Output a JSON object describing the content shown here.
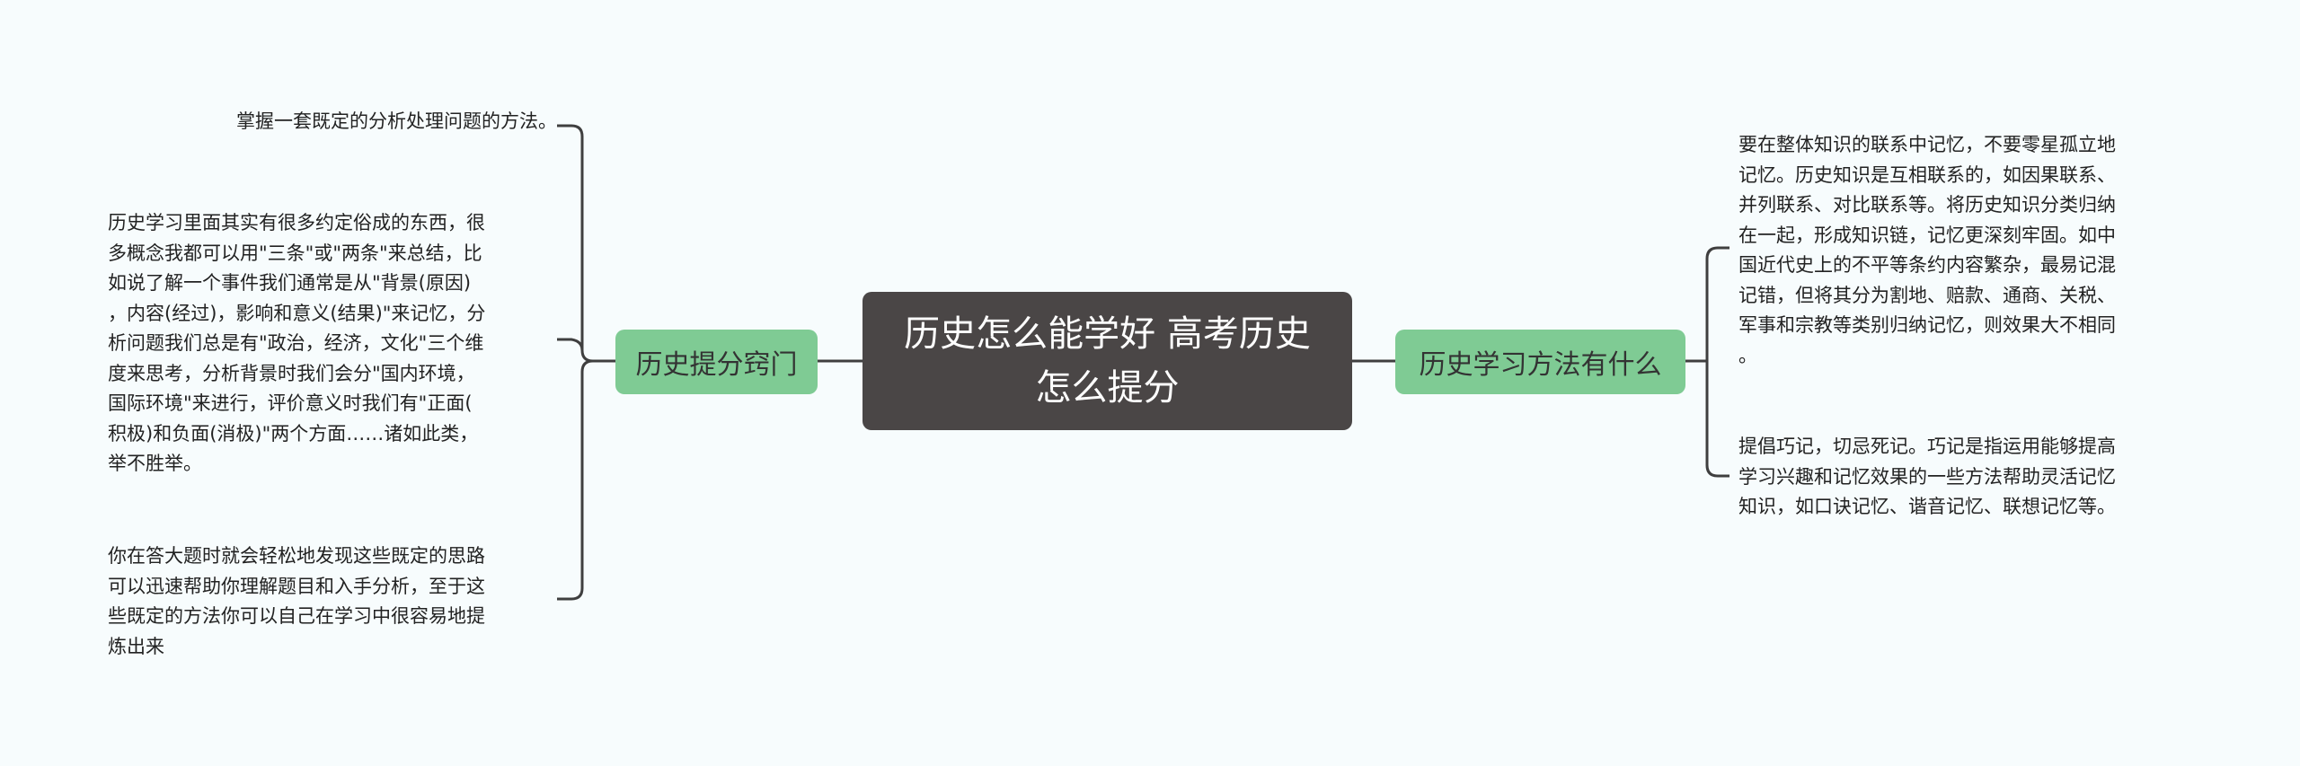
{
  "mindmap": {
    "central_topic": "历史怎么能学好 高考历史\n怎么提分",
    "branches": [
      {
        "label": "历史提分窍门",
        "side": "left",
        "leaves": [
          "掌握一套既定的分析处理问题的方法。",
          "历史学习里面其实有很多约定俗成的东西，很\n多概念我都可以用\"三条\"或\"两条\"来总结，比\n如说了解一个事件我们通常是从\"背景(原因)\n，内容(经过)，影响和意义(结果)\"来记忆，分\n析问题我们总是有\"政治，经济，文化\"三个维\n度来思考，分析背景时我们会分\"国内环境，\n国际环境\"来进行，评价意义时我们有\"正面(\n积极)和负面(消极)\"两个方面……诸如此类，\n举不胜举。",
          "你在答大题时就会轻松地发现这些既定的思路\n可以迅速帮助你理解题目和入手分析，至于这\n些既定的方法你可以自己在学习中很容易地提\n炼出来"
        ]
      },
      {
        "label": "历史学习方法有什么",
        "side": "right",
        "leaves": [
          "要在整体知识的联系中记忆，不要零星孤立地\n记忆。历史知识是互相联系的，如因果联系、\n并列联系、对比联系等。将历史知识分类归纳\n在一起，形成知识链，记忆更深刻牢固。如中\n国近代史上的不平等条约内容繁杂，最易记混\n记错，但将其分为割地、赔款、通商、关税、\n军事和宗教等类别归纳记忆，则效果大不相同\n。",
          "提倡巧记，切忌死记。巧记是指运用能够提高\n学习兴趣和记忆效果的一些方法帮助灵活记忆\n知识，如口诀记忆、谐音记忆、联想记忆等。"
        ]
      }
    ],
    "colors": {
      "background": "#f7fcfd",
      "central_fill": "#4a4646",
      "branch_fill": "#7fcb94",
      "connector": "#3f3f3f"
    }
  }
}
